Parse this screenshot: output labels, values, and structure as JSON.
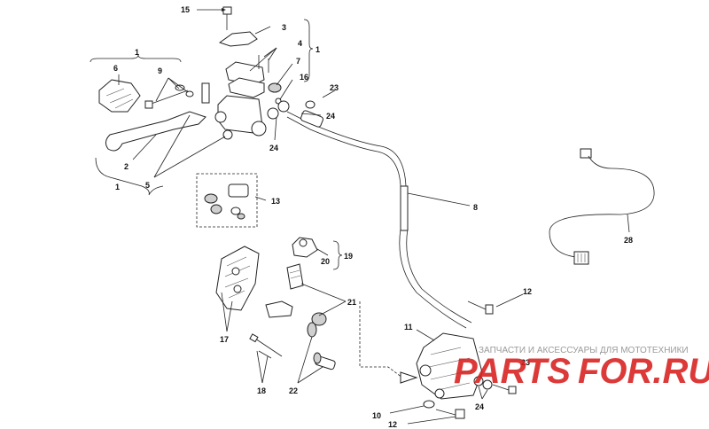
{
  "diagram": {
    "callouts": {
      "c15": "15",
      "c3": "3",
      "c1_top": "1",
      "c4": "4",
      "c7": "7",
      "c16": "16",
      "c23_top": "23",
      "c24_top": "24",
      "c24_mid": "24",
      "c1_left": "1",
      "c6": "6",
      "c9": "9",
      "c2": "2",
      "c5": "5",
      "c1_bottom": "1",
      "c13": "13",
      "c8": "8",
      "c28": "28",
      "c19": "19",
      "c20": "20",
      "c21": "21",
      "c17": "17",
      "c12_top": "12",
      "c11": "11",
      "c23_bot": "23",
      "c24_bot": "24",
      "c10": "10",
      "c12_bot": "12",
      "c18": "18",
      "c22": "22"
    },
    "watermark": {
      "brand_left": "PARTS",
      "brand_right": "FOR.RU",
      "tagline": "ЗАПЧАСТИ И АКСЕССУАРЫ ДЛЯ МОТОТЕХНИКИ"
    }
  }
}
